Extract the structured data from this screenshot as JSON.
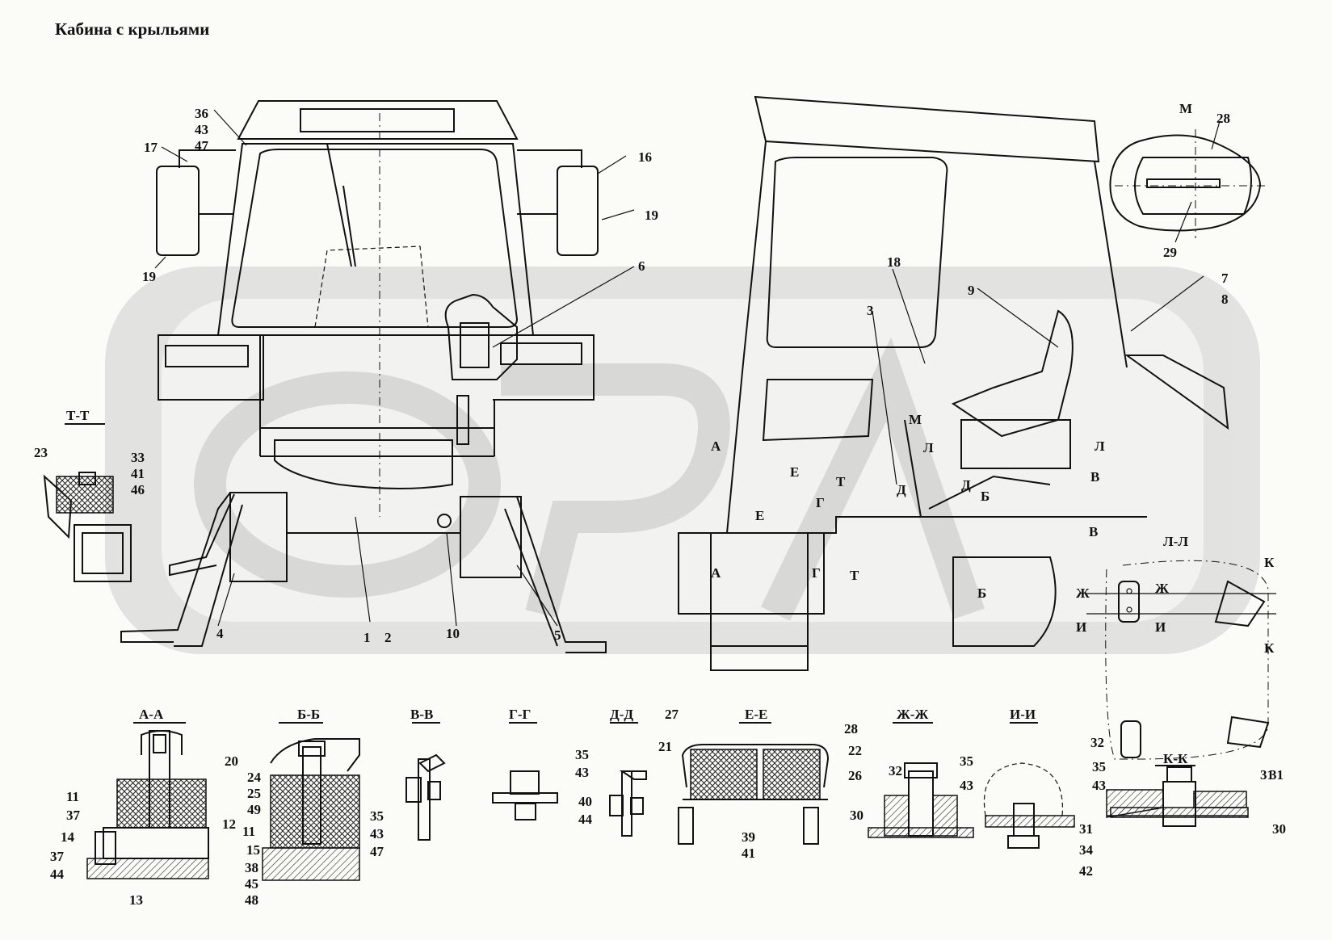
{
  "title": "Кабина с крыльями",
  "watermark_color": "#c9c9c9",
  "main_callouts": {
    "front": [
      "36",
      "43",
      "47",
      "17",
      "16",
      "19",
      "19",
      "6",
      "4",
      "1",
      "2",
      "10",
      "5"
    ],
    "side": [
      "18",
      "3",
      "9",
      "7",
      "8"
    ],
    "view_m": [
      "28",
      "29"
    ]
  },
  "section_marks": [
    "А",
    "А",
    "Б",
    "Б",
    "В",
    "В",
    "Г",
    "Г",
    "Д",
    "Д",
    "Е",
    "Е",
    "Ж",
    "Ж",
    "И",
    "И",
    "К",
    "К",
    "Л",
    "Л",
    "М",
    "Т",
    "Т"
  ],
  "views": {
    "m": "М",
    "tt": "Т-Т",
    "ll": "Л-Л",
    "kk": "К-К",
    "aa": "А-А",
    "bb": "Б-Б",
    "vv": "В-В",
    "gg": "Г-Г",
    "dd": "Д-Д",
    "ee": "Е-Е",
    "zhzh": "Ж-Ж",
    "ii": "И-И"
  },
  "tt_callouts": [
    "23",
    "33",
    "41",
    "46"
  ],
  "ll_callouts": [
    "32",
    "31"
  ],
  "kk_callouts": [
    "35",
    "43",
    "31",
    "30"
  ],
  "aa_callouts": [
    "20",
    "24",
    "25",
    "49",
    "11",
    "37",
    "14",
    "12",
    "37",
    "44",
    "13"
  ],
  "bb_callouts": [
    "11",
    "15",
    "38",
    "45",
    "48"
  ],
  "vv_callouts": [
    "35",
    "43",
    "47"
  ],
  "gg_callouts": [
    "40",
    "44"
  ],
  "dd_callouts": [
    "35",
    "43"
  ],
  "ee_callouts": [
    "27",
    "28",
    "21",
    "22",
    "26",
    "39",
    "41"
  ],
  "zhzh_callouts": [
    "32",
    "35",
    "43",
    "30"
  ],
  "ii_callouts": [
    "31",
    "34",
    "42"
  ]
}
